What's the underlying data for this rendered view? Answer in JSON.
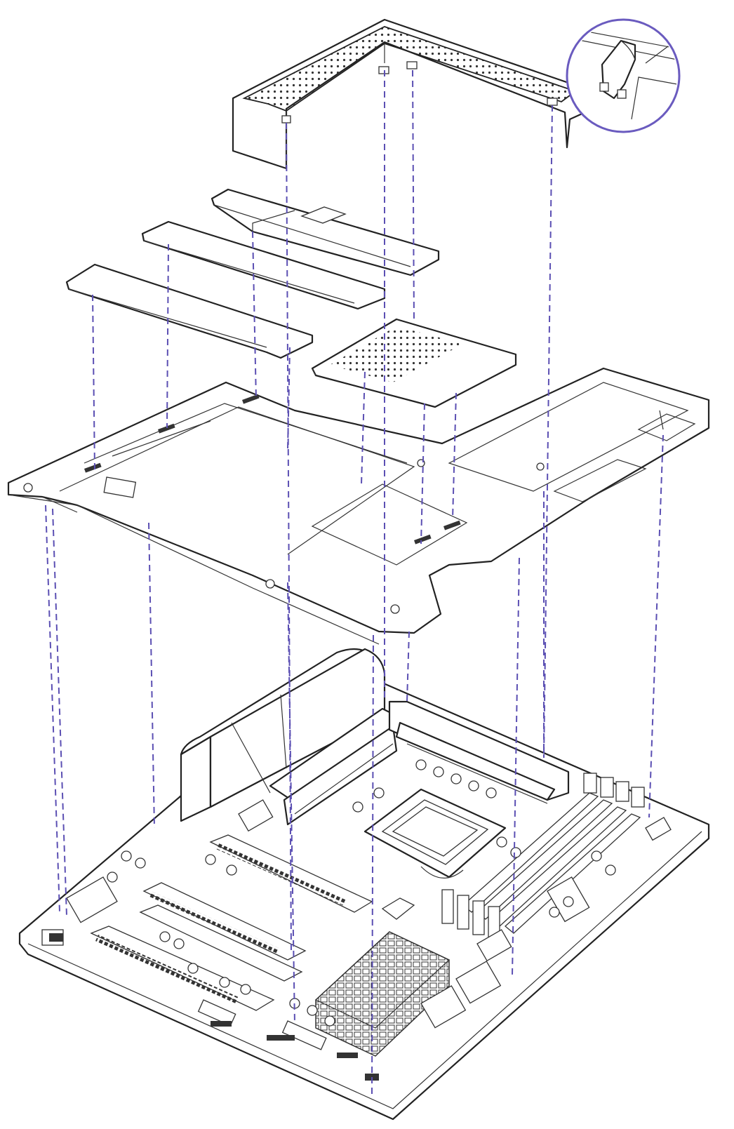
{
  "diagram": {
    "type": "exploded-assembly-drawing",
    "components": [
      "top-shroud",
      "rear-io-cover-plate",
      "m2-cover-plate",
      "m2-heatsink-plate",
      "chipset-heatsink-plate",
      "armor-frame-panel",
      "motherboard"
    ],
    "detail_callout": "retention-clip-detail",
    "colors": {
      "guide_line": "#5b4fb3",
      "callout_circle": "#6a5bbf",
      "line_art": "#222222",
      "background": "#ffffff"
    }
  }
}
